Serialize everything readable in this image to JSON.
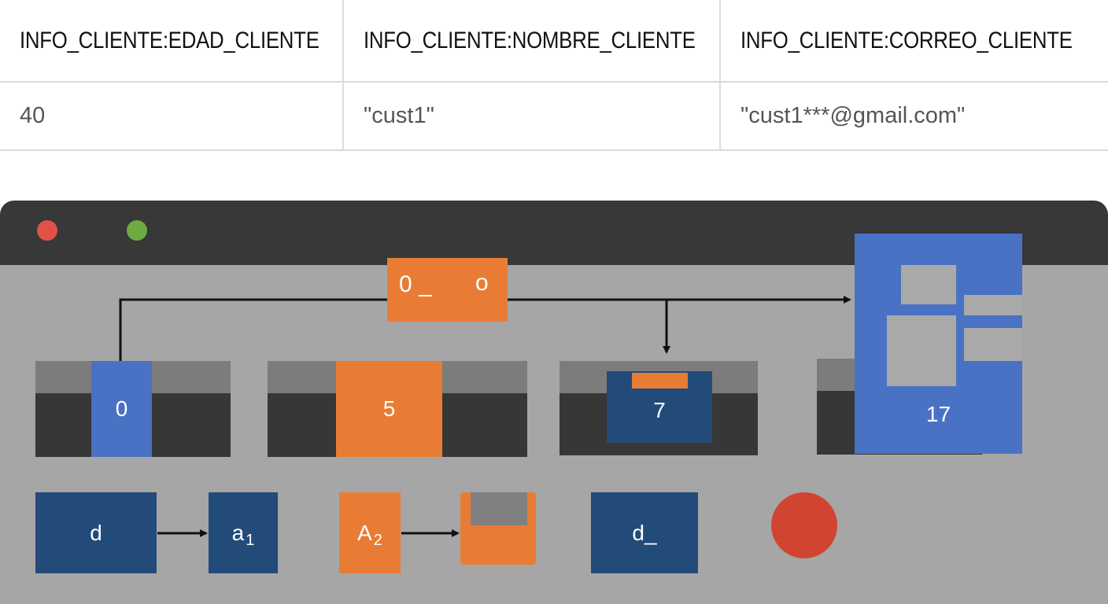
{
  "table": {
    "headers": [
      "INFO_CLIENTE:EDAD_CLIENTE",
      "INFO_CLIENTE:NOMBRE_CLIENTE",
      "INFO_CLIENTE:CORREO_CLIENTE"
    ],
    "rows": [
      [
        "40",
        "\"cust1\"",
        "\"cust1***@gmail.com\""
      ]
    ]
  },
  "diagram": {
    "top_node": {
      "left": "0 _",
      "right": "o"
    },
    "slots": [
      {
        "label": "0"
      },
      {
        "label": "5"
      },
      {
        "label": "7"
      },
      {
        "label": "17"
      }
    ],
    "bottom": [
      {
        "label": "d"
      },
      {
        "label": "a",
        "sub": "1"
      },
      {
        "label": "A",
        "sub": "2"
      },
      {
        "label": ""
      },
      {
        "label": "d_"
      }
    ]
  },
  "colors": {
    "blue": "#4a72c4",
    "navy": "#234b79",
    "orange": "#e97c34",
    "red": "#d24432",
    "window_bg": "#a6a6a6",
    "titlebar": "#383838"
  }
}
